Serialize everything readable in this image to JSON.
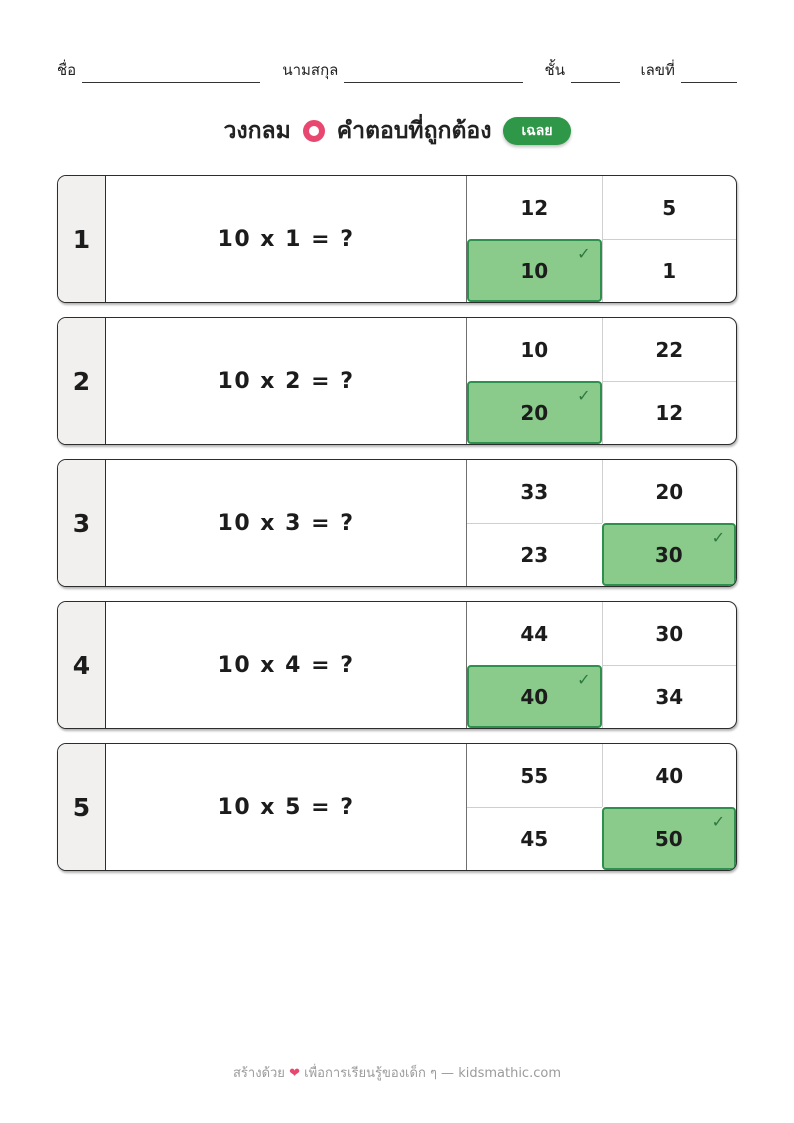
{
  "header": {
    "name_label": "ชื่อ",
    "surname_label": "นามสกุล",
    "class_label": "ชั้น",
    "number_label": "เลขที่"
  },
  "title": {
    "prefix": "วงกลม",
    "suffix": "คำตอบที่ถูกต้อง",
    "badge": "เฉลย"
  },
  "icons": {
    "check": "✓",
    "circle": "ring-icon",
    "heart": "❤"
  },
  "colors": {
    "correct_fill": "#8aca8a",
    "correct_border": "#2f8f4d",
    "badge_green": "#2e9748",
    "circle_pink": "#e8486f",
    "number_cell_bg": "#f1f0ee"
  },
  "questions": [
    {
      "number": "1",
      "question": "10 x 1 = ?",
      "options": [
        {
          "value": "12",
          "correct": false
        },
        {
          "value": "5",
          "correct": false
        },
        {
          "value": "10",
          "correct": true
        },
        {
          "value": "1",
          "correct": false
        }
      ]
    },
    {
      "number": "2",
      "question": "10 x 2 = ?",
      "options": [
        {
          "value": "10",
          "correct": false
        },
        {
          "value": "22",
          "correct": false
        },
        {
          "value": "20",
          "correct": true
        },
        {
          "value": "12",
          "correct": false
        }
      ]
    },
    {
      "number": "3",
      "question": "10 x 3 = ?",
      "options": [
        {
          "value": "33",
          "correct": false
        },
        {
          "value": "20",
          "correct": false
        },
        {
          "value": "23",
          "correct": false
        },
        {
          "value": "30",
          "correct": true
        }
      ]
    },
    {
      "number": "4",
      "question": "10 x 4 = ?",
      "options": [
        {
          "value": "44",
          "correct": false
        },
        {
          "value": "30",
          "correct": false
        },
        {
          "value": "40",
          "correct": true
        },
        {
          "value": "34",
          "correct": false
        }
      ]
    },
    {
      "number": "5",
      "question": "10 x 5 = ?",
      "options": [
        {
          "value": "55",
          "correct": false
        },
        {
          "value": "40",
          "correct": false
        },
        {
          "value": "45",
          "correct": false
        },
        {
          "value": "50",
          "correct": true
        }
      ]
    }
  ],
  "footer": {
    "before": "สร้างด้วย",
    "heart": "❤",
    "after": "เพื่อการเรียนรู้ของเด็ก ๆ — kidsmathic.com"
  }
}
